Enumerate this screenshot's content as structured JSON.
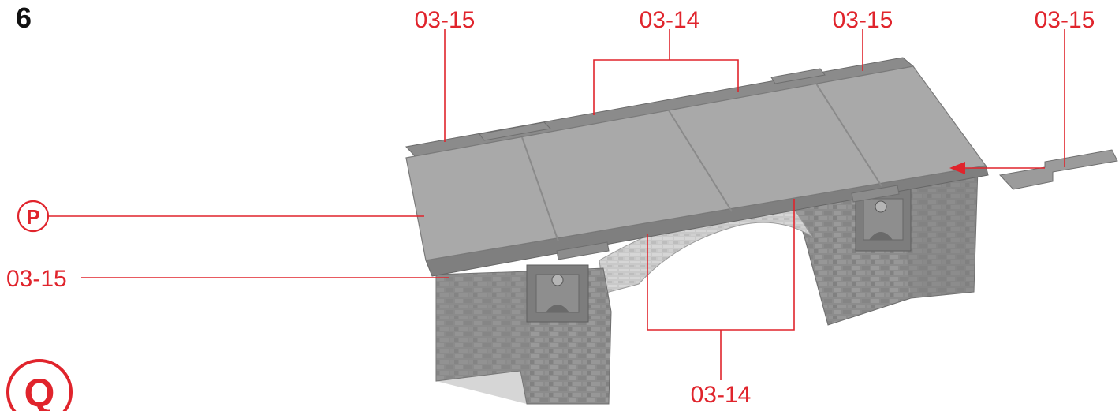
{
  "step_number": "6",
  "part_labels": {
    "top_left": "03-15",
    "top_center": "03-14",
    "top_right": "03-15",
    "far_right": "03-15",
    "left": "03-15",
    "bottom": "03-14"
  },
  "markers": {
    "p": "P",
    "q": "Q"
  },
  "colors": {
    "accent": "#e0242c",
    "deck": "#a7a7a7",
    "stone": "#8f8f8f",
    "text": "#111111"
  }
}
